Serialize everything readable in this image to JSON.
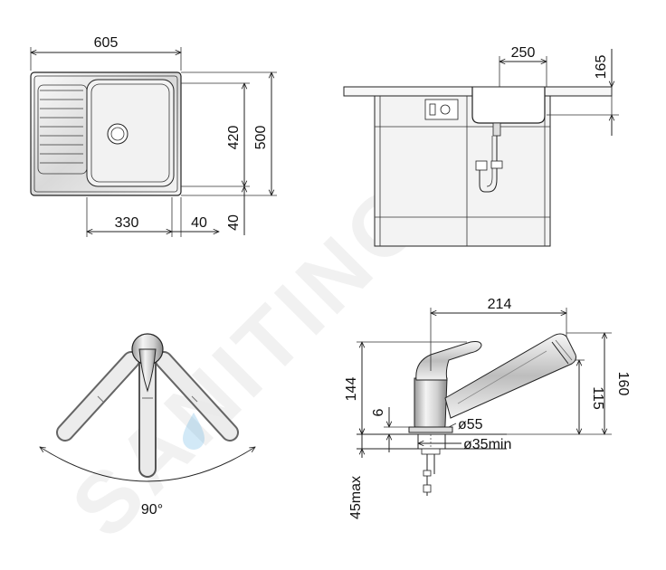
{
  "watermark": "SANITINO",
  "sink_plan": {
    "width_label": "605",
    "bowl_width_label": "330",
    "offset_label": "40",
    "edge_label": "40",
    "inner_height_label": "420",
    "height_label": "500"
  },
  "sink_side": {
    "bowl_width_label": "250",
    "depth_label": "165"
  },
  "faucet_top": {
    "angle_label": "90°"
  },
  "faucet_side": {
    "reach_label": "214",
    "height_label": "144",
    "total_height_label": "160",
    "spout_height_label": "115",
    "base_label": "6",
    "base_diameter_label": "ø55",
    "hole_diameter_label": "ø35min",
    "max_thickness_label": "45max"
  },
  "colors": {
    "line": "#222222",
    "steel_light": "#eeeeee",
    "steel_dark": "#888888",
    "watermark_drop": "#4aa8e0"
  }
}
